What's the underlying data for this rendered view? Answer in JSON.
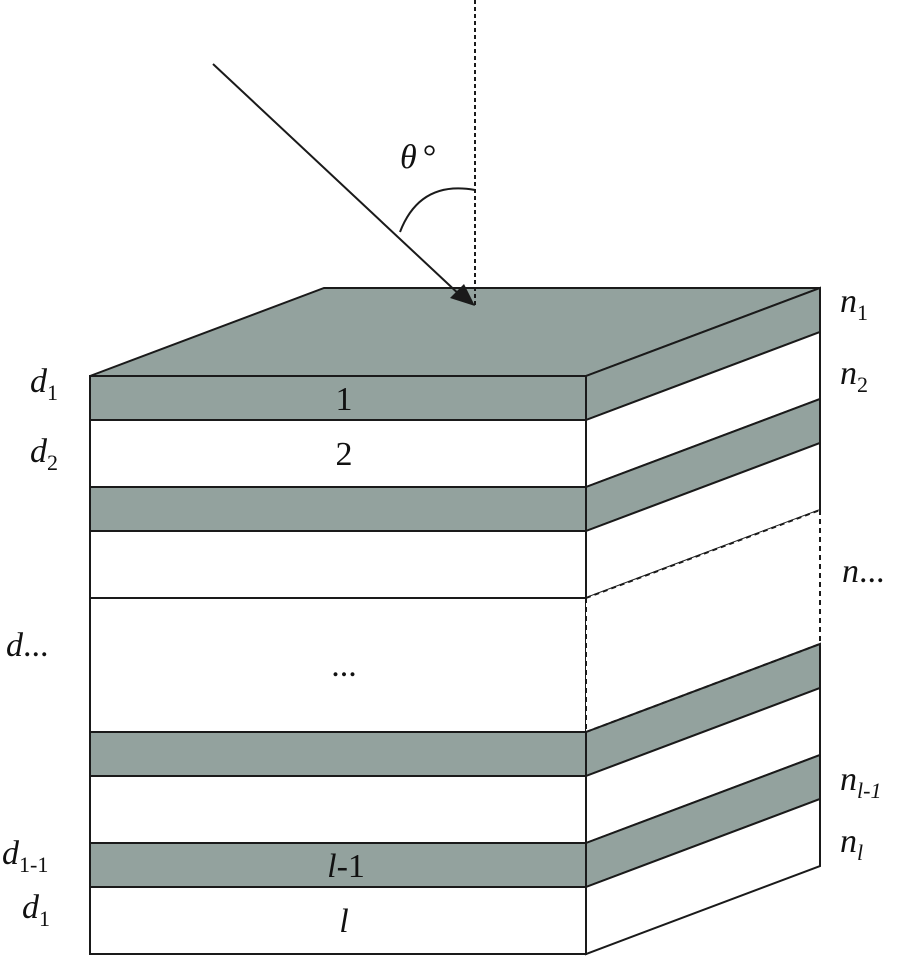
{
  "colors": {
    "shaded_layer": "#93a29e",
    "clear_layer": "#ffffff",
    "outline": "#1a1a1a"
  },
  "incident_angle": {
    "symbol": "θ",
    "unit": "°"
  },
  "layer_numbers": {
    "first": "1",
    "second": "2",
    "middle": "...",
    "second_last_italic": "l",
    "second_last_suffix": "-1",
    "last": "l"
  },
  "thickness_labels": [
    {
      "base": "d",
      "sub": "1"
    },
    {
      "base": "d",
      "sub": "2"
    },
    {
      "base": "d",
      "sub": "..."
    },
    {
      "base": "d",
      "sub": "1-1"
    },
    {
      "base": "d",
      "sub": "1"
    }
  ],
  "index_labels": [
    {
      "base": "n",
      "sub": "1"
    },
    {
      "base": "n",
      "sub": "2"
    },
    {
      "base": "n",
      "sub": "..."
    },
    {
      "base": "n",
      "sub": "l-1"
    },
    {
      "base": "n",
      "sub": "l"
    }
  ],
  "layer_stack": [
    "shaded",
    "clear",
    "shaded",
    "clear",
    "clear",
    "shaded",
    "clear",
    "shaded",
    "clear"
  ]
}
